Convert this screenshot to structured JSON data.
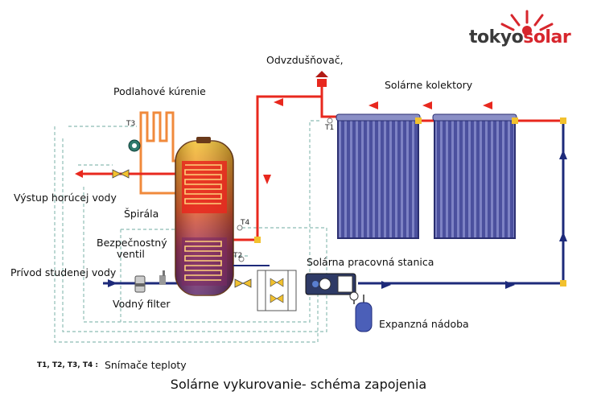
{
  "brand": {
    "logo_part1": "tokyo",
    "logo_part2": "solar",
    "colors": {
      "dark": "#3a3a3a",
      "red": "#d7262d"
    }
  },
  "labels": {
    "air_vent": "Odvzdušňovač,",
    "solar_collectors": "Solárne kolektory",
    "floor_heating": "Podlahové kúrenie",
    "hot_water_out": "Výstup horúcej vody",
    "coil": "Špirála",
    "safety_valve_line1": "Bezpečnostný",
    "safety_valve_line2": "ventil",
    "cold_water_in": "Prívod studenej vody",
    "water_filter": "Vodný filter",
    "solar_station": "Solárna pracovná stanica",
    "expansion_vessel": "Expanzná nádoba"
  },
  "sensors": {
    "t1": "T1",
    "t2": "T2",
    "t3": "T3",
    "t4": "T4"
  },
  "legend": {
    "key": "T1, T2, T3, T4 :",
    "value": "Snímače teploty"
  },
  "title": "Solárne vykurovanie- schéma zapojenia",
  "colors": {
    "hot_pipe": "#e8281e",
    "orange_pipe": "#f08a3c",
    "cold_pipe": "#1d2a7a",
    "sensor_line": "#9fc7c0",
    "collector": "#4a4f9a",
    "tank_top": "#d6a02a",
    "tank_bottom": "#8a2a55",
    "joint": "#f2c12e"
  }
}
